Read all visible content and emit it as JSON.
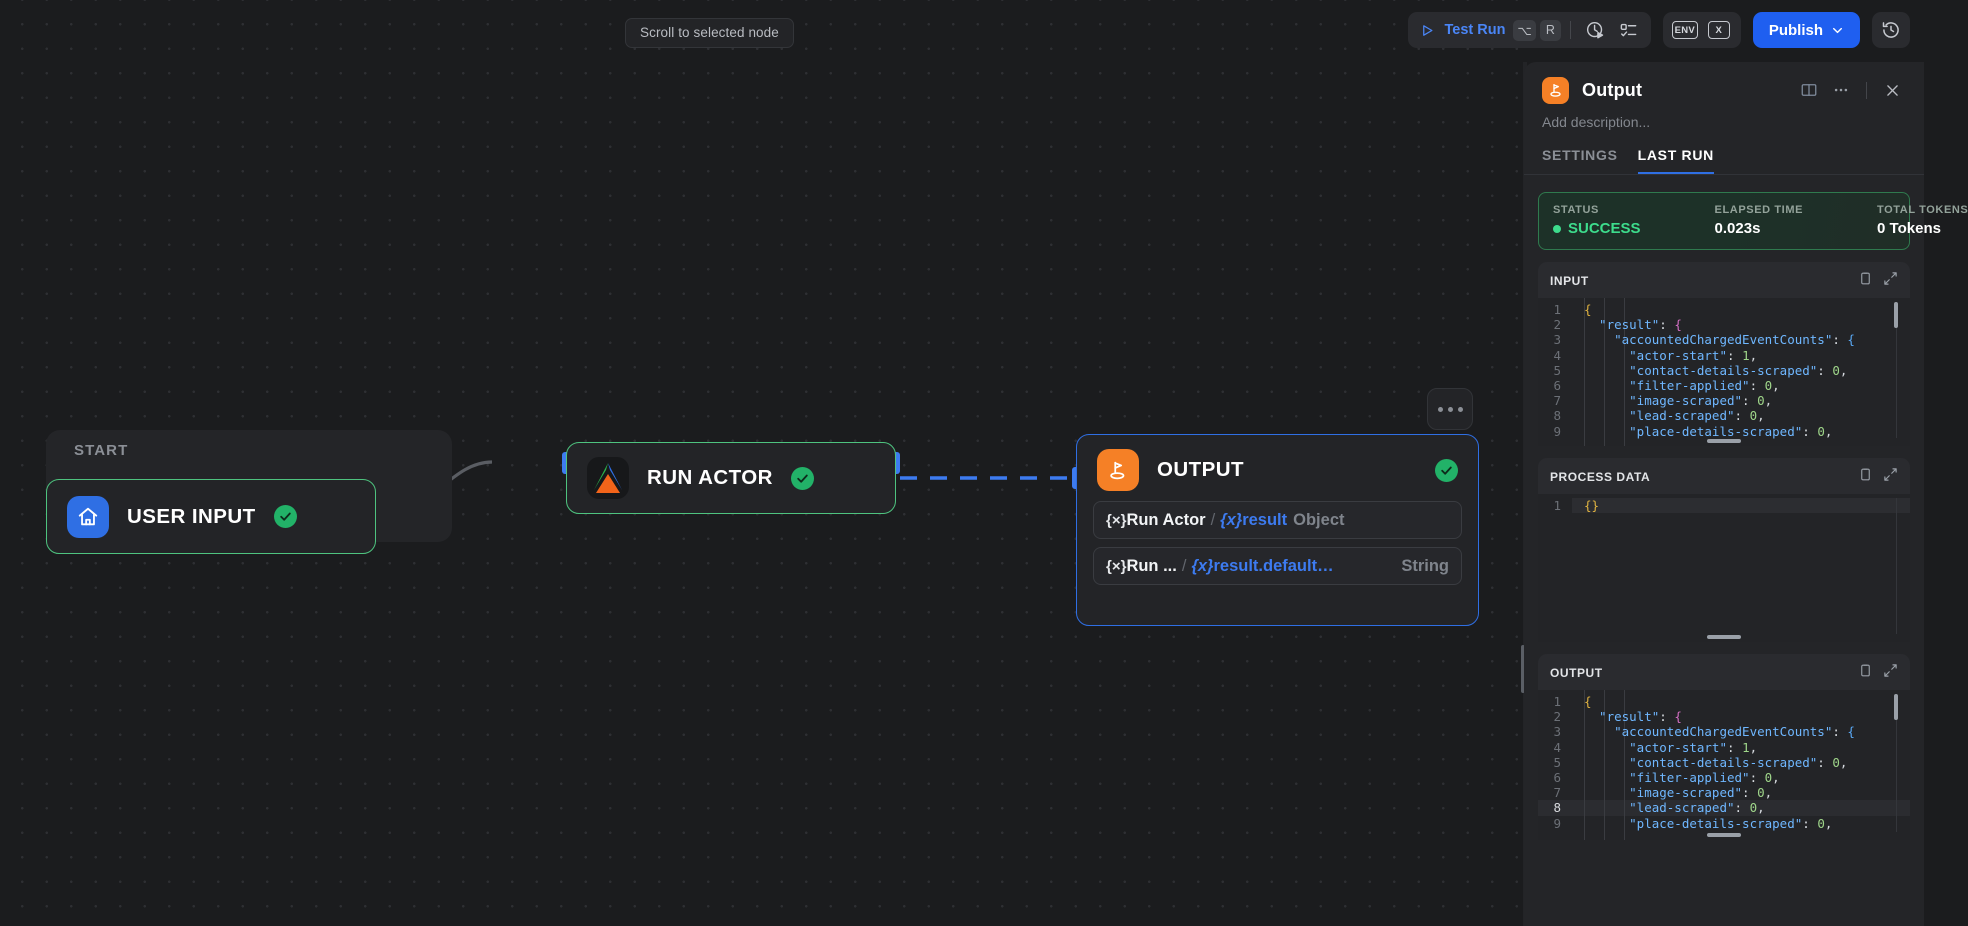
{
  "canvas": {
    "scroll_pill_label": "Scroll to selected node",
    "menu_icon": "ellipsis-horizontal-icon",
    "nodes": [
      {
        "group_label": "START",
        "title": "USER INPUT",
        "icon": "home-icon",
        "status": "success"
      },
      {
        "title": "RUN ACTOR",
        "icon": "apify-actor-icon",
        "status": "success"
      },
      {
        "title": "OUTPUT",
        "icon": "output-flag-icon",
        "status": "success",
        "fields": [
          {
            "source_prefix": "{×}",
            "source": "Run Actor",
            "sep": "/",
            "var_prefix": "{x}",
            "path": "result",
            "type": "Object"
          },
          {
            "source_prefix": "{×}",
            "source": "Run ...",
            "sep": "/",
            "var_prefix": "{x}",
            "path": "result.default…",
            "type": "String"
          }
        ]
      }
    ]
  },
  "toolbar": {
    "test_run_label": "Test Run",
    "shortcut_alt": "⌥",
    "shortcut_key": "R",
    "schedule_icon": "clock-play-icon",
    "checklist_icon": "checklist-icon",
    "env_label": "ENV",
    "x_label": "X",
    "publish_label": "Publish",
    "publish_chevron": "chevron-down-icon",
    "history_icon": "history-clock-icon"
  },
  "panel": {
    "icon": "output-flag-icon",
    "title": "Output",
    "description_placeholder": "Add description...",
    "actions": {
      "book_icon": "book-open-icon",
      "more_icon": "ellipsis-horizontal-icon",
      "close_icon": "close-icon"
    },
    "tabs": [
      {
        "label": "SETTINGS",
        "active": false
      },
      {
        "label": "LAST RUN",
        "active": true
      }
    ],
    "status": {
      "status_label": "STATUS",
      "status_value": "SUCCESS",
      "elapsed_label": "ELAPSED TIME",
      "elapsed_value": "0.023s",
      "tokens_label": "TOTAL TOKENS",
      "tokens_value": "0 Tokens"
    },
    "blocks": [
      {
        "title": "INPUT",
        "copy_icon": "copy-icon",
        "expand_icon": "expand-icon",
        "lines": [
          {
            "n": "1",
            "text": "{"
          },
          {
            "n": "2",
            "text": "  \"result\": {"
          },
          {
            "n": "3",
            "text": "    \"accountedChargedEventCounts\": {"
          },
          {
            "n": "4",
            "text": "      \"actor-start\": 1,"
          },
          {
            "n": "5",
            "text": "      \"contact-details-scraped\": 0,"
          },
          {
            "n": "6",
            "text": "      \"filter-applied\": 0,"
          },
          {
            "n": "7",
            "text": "      \"image-scraped\": 0,"
          },
          {
            "n": "8",
            "text": "      \"lead-scraped\": 0,"
          },
          {
            "n": "9",
            "text": "      \"place-details-scraped\": 0,"
          }
        ]
      },
      {
        "title": "PROCESS DATA",
        "copy_icon": "copy-icon",
        "expand_icon": "expand-icon",
        "lines": [
          {
            "n": "1",
            "text": "{}"
          }
        ]
      },
      {
        "title": "OUTPUT",
        "copy_icon": "copy-icon",
        "expand_icon": "expand-icon",
        "lines": [
          {
            "n": "1",
            "text": "{"
          },
          {
            "n": "2",
            "text": "  \"result\": {"
          },
          {
            "n": "3",
            "text": "    \"accountedChargedEventCounts\": {"
          },
          {
            "n": "4",
            "text": "      \"actor-start\": 1,"
          },
          {
            "n": "5",
            "text": "      \"contact-details-scraped\": 0,"
          },
          {
            "n": "6",
            "text": "      \"filter-applied\": 0,"
          },
          {
            "n": "7",
            "text": "      \"image-scraped\": 0,"
          },
          {
            "n": "8",
            "text": "      \"lead-scraped\": 0,"
          },
          {
            "n": "9",
            "text": "      \"place-details-scraped\": 0,"
          }
        ]
      }
    ]
  },
  "colors": {
    "accent_blue": "#2f6fe4",
    "success_green": "#3ddc8c",
    "node_border_green": "#4ec37f",
    "apify_orange": "#f58026",
    "canvas_bg": "#1b1c1e",
    "panel_bg": "#242528"
  }
}
